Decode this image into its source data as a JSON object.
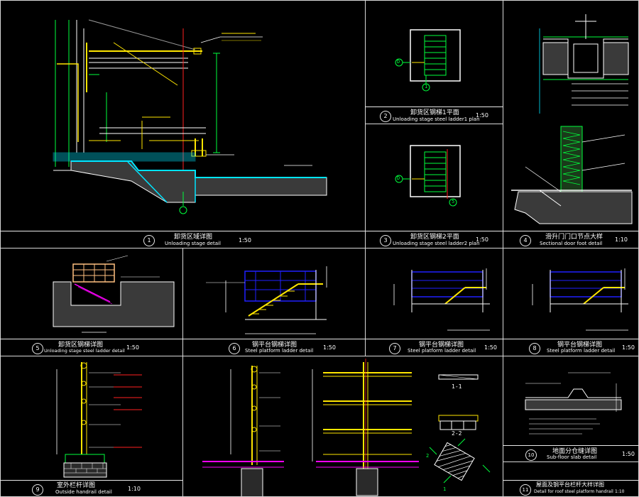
{
  "colors": {
    "background": "#000000",
    "frame": "#d8d8d8",
    "cyan": "#00e5ff",
    "yellow": "#ffe600",
    "orange": "#ffb000",
    "blue": "#2020ff",
    "green": "#00ff3c",
    "red": "#ff2020",
    "magenta": "#ff00ff",
    "white": "#ffffff",
    "gray": "#9a9a9a",
    "peach": "#ffc080"
  },
  "panels": [
    {
      "num": "1",
      "title_cn": "卸货区域详图",
      "title_en": "Unloading stage detail",
      "scale": "1:50"
    },
    {
      "num": "2",
      "title_cn": "卸货区钢梯1平面",
      "title_en": "Unloading stage steel ladder1 plan",
      "scale": "1:50"
    },
    {
      "num": "3",
      "title_cn": "卸货区钢梯2平面",
      "title_en": "Unloading stage steel ladder2 plan",
      "scale": "1:50"
    },
    {
      "num": "4",
      "title_cn": "滑升门门口节点大样",
      "title_en": "Sectional door foot detail",
      "scale": "1:10"
    },
    {
      "num": "5",
      "title_cn": "卸货区钢梯详图",
      "title_en": "Unloading stage steel ladder detail",
      "scale": "1:50"
    },
    {
      "num": "6",
      "title_cn": "钢平台钢梯详图",
      "title_en": "Steel platform ladder detail",
      "scale": "1:50"
    },
    {
      "num": "7",
      "title_cn": "钢平台钢梯详图",
      "title_en": "Steel platform ladder detail",
      "scale": "1:50"
    },
    {
      "num": "8",
      "title_cn": "钢平台钢梯详图",
      "title_en": "Steel platform ladder detail",
      "scale": "1:50"
    },
    {
      "num": "9",
      "title_cn": "室外栏杆详图",
      "title_en": "Outside handrail detail",
      "scale": "1:10"
    },
    {
      "num": "10",
      "title_cn": "地面分仓缝详图",
      "title_en": "Sub-floor slab detail",
      "scale": "1:50"
    },
    {
      "num": "11",
      "title_cn": "屋面及钢平台栏杆大样详图",
      "title_en": "Detail for roof steel platform handrail",
      "scale": "1:10"
    }
  ],
  "section_labels": {
    "s11": "1-1",
    "s22": "2-2",
    "marker_d1": "D",
    "marker_d2": "D",
    "marker_1": "1",
    "marker_5": "5",
    "marker_cut2": "2",
    "marker_cut1": "1"
  }
}
